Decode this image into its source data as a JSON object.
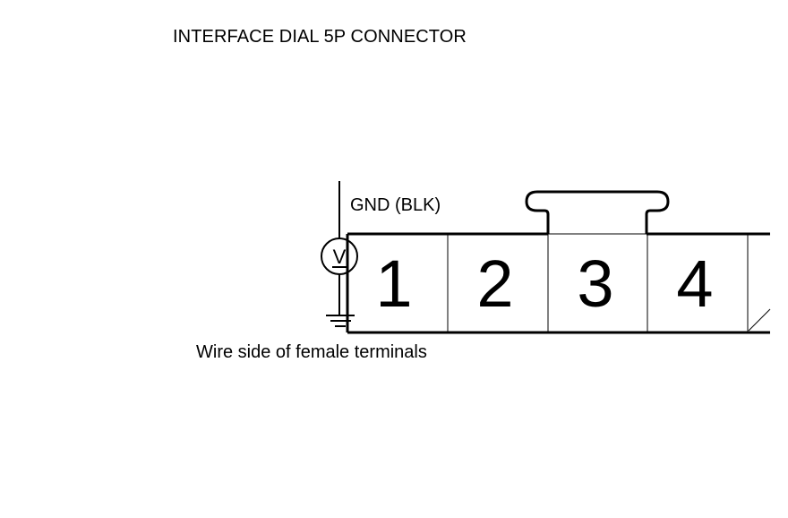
{
  "title": "INTERFACE DIAL 5P CONNECTOR",
  "probe_label": "GND (BLK)",
  "caption": "Wire side of female terminals",
  "meter": {
    "symbol": "V"
  },
  "connector": {
    "pins": [
      "1",
      "2",
      "3",
      "4"
    ]
  }
}
